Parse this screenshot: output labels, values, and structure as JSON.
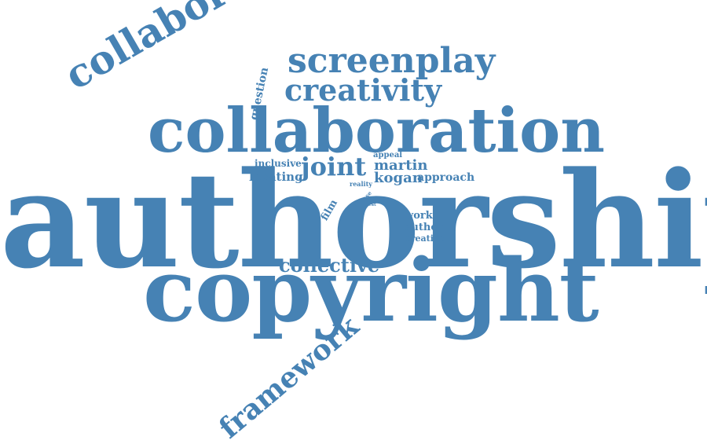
{
  "word_cloud": {
    "color": "#4682b4",
    "background": "#ffffff",
    "words": {
      "authorship": "authorship",
      "copyright": "copyright",
      "collaboration": "collaboration",
      "collaborative": "collaborative",
      "screenplay": "screenplay",
      "creativity": "creativity",
      "collective": "collective",
      "framework": "framework",
      "joint": "joint",
      "martin": "martin",
      "kogan": "kogan",
      "approach": "approach",
      "locating": "locating",
      "inclusive": "inclusive",
      "appeal": "appeal",
      "reality": "reality",
      "question": "question",
      "film": "film",
      "case": "case",
      "test": "test",
      "work": "work",
      "author": "author",
      "creative": "creative"
    }
  }
}
